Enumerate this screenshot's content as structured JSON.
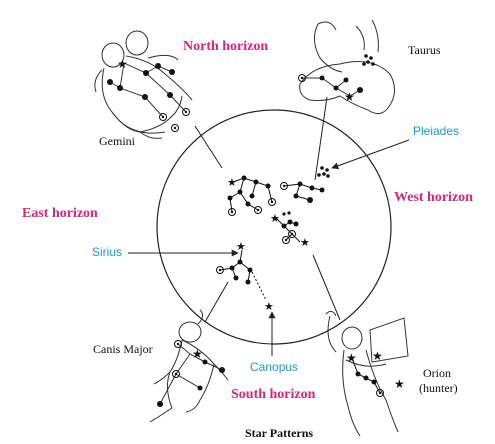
{
  "horizons": {
    "north": "North horizon",
    "south": "South horizon",
    "east": "East horizon",
    "west": "West horizon"
  },
  "stars": {
    "pleiades": "Pleiades",
    "sirius": "Sirius",
    "canopus": "Canopus"
  },
  "constellations": {
    "taurus": "Taurus",
    "gemini": "Gemini",
    "canis_major": "Canis Major",
    "orion_line1": "Orion",
    "orion_line2": "(hunter)"
  },
  "caption": "Star Patterns",
  "colors": {
    "horizon_label": "#d6267f",
    "star_label": "#1e9ac8",
    "text": "#111111",
    "ink": "#222222"
  }
}
